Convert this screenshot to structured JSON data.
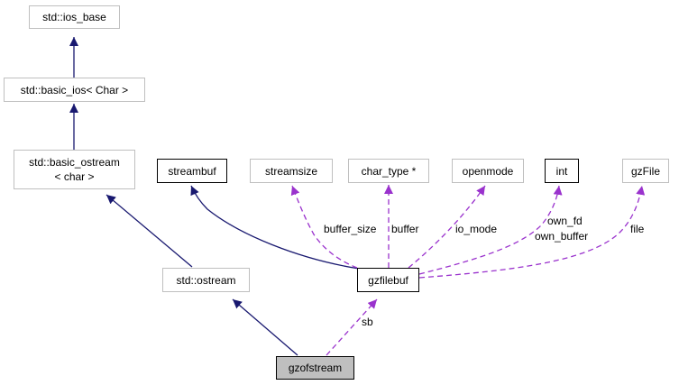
{
  "nodes": {
    "ios_base": "std::ios_base",
    "basic_ios": "std::basic_ios< Char >",
    "basic_ostream_l1": "std::basic_ostream",
    "basic_ostream_l2": "< char >",
    "ostream": "std::ostream",
    "gzofstream": "gzofstream",
    "streambuf": "streambuf",
    "streamsize": "streamsize",
    "char_type": "char_type *",
    "openmode": "openmode",
    "int": "int",
    "gzFile": "gzFile",
    "gzfilebuf": "gzfilebuf"
  },
  "edge_labels": {
    "buffer_size": "buffer_size",
    "buffer": "buffer",
    "io_mode": "io_mode",
    "own_fd": "own_fd",
    "own_buffer": "own_buffer",
    "file": "file",
    "sb": "sb"
  },
  "colors": {
    "inheritance": "#191970",
    "member": "#9a32cd",
    "grey_border": "#bfbfbf",
    "focus_fill": "#bfbfbf"
  }
}
